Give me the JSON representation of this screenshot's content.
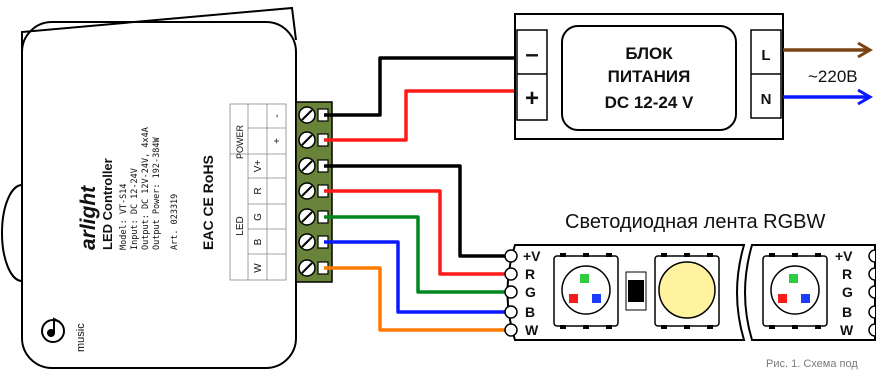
{
  "controller": {
    "brand": "arlight",
    "title": "LED Controller",
    "model": "Model: VT-S14",
    "input": "Input: DC 12-24V",
    "output": "Output: DC 12V-24V, 4x4A",
    "output_power": "Output Power: 192-384W",
    "article": "Art. 023319",
    "certifications": "EAC CE RoHS",
    "rohs": "RoHS",
    "music_label": "music",
    "group_led": "LED",
    "group_power": "POWER",
    "terminals": [
      "W",
      "B",
      "G",
      "R",
      "V+",
      "+",
      "-"
    ]
  },
  "power_supply": {
    "line1": "БЛОК",
    "line2": "ПИТАНИЯ",
    "line3": "DC 12-24 V",
    "minus": "–",
    "plus": "+",
    "l": "L",
    "n": "N",
    "voltage": "~220B"
  },
  "strip": {
    "title": "Светодиодная лента RGBW",
    "pins": [
      "+V",
      "R",
      "G",
      "B",
      "W"
    ]
  },
  "caption": "Рис. 1. Схема под",
  "colors": {
    "black": "#000000",
    "red": "#ff1a1a",
    "green": "#00881f",
    "blue": "#0a1aff",
    "orange": "#ff7a00",
    "brown": "#7a4514",
    "terminal_green": "#69833a"
  }
}
